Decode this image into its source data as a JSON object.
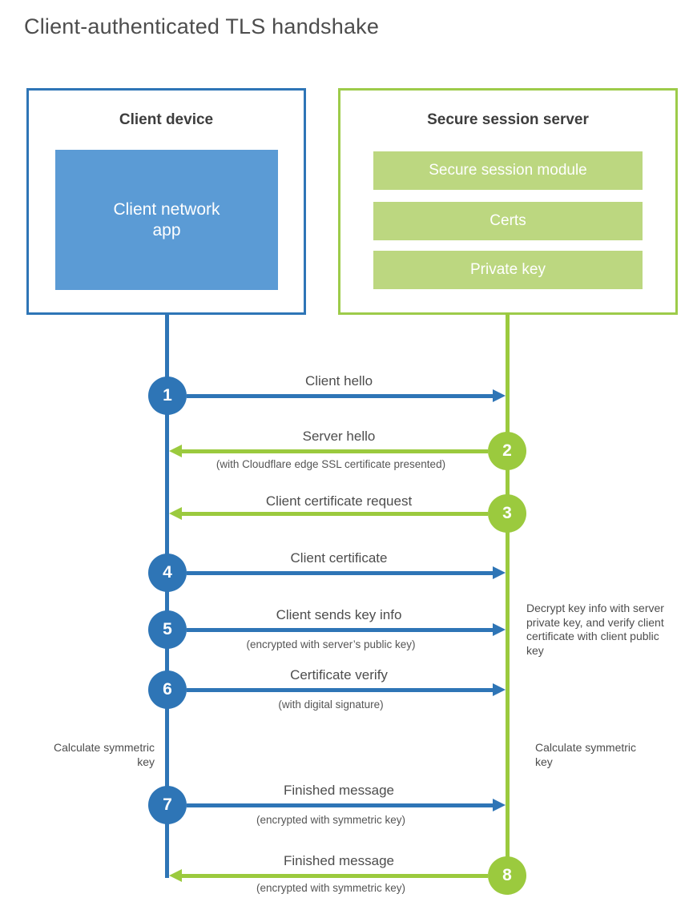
{
  "title": "Client-authenticated TLS handshake",
  "colors": {
    "blue_dark": "#2e75b6",
    "blue_light": "#5b9bd5",
    "green_bright": "#9bca3e",
    "green_light": "#bcd780",
    "text_gray": "#4d4d4d"
  },
  "client_box": {
    "title": "Client device",
    "app_label": "Client network app"
  },
  "server_box": {
    "title": "Secure session server",
    "modules": [
      "Secure session module",
      "Certs",
      "Private key"
    ]
  },
  "steps": [
    {
      "number": "1",
      "label": "Client hello",
      "sublabel": "",
      "direction": "client-to-server"
    },
    {
      "number": "2",
      "label": "Server hello",
      "sublabel": "(with Cloudflare edge SSL certificate presented)",
      "direction": "server-to-client"
    },
    {
      "number": "3",
      "label": "Client certificate request",
      "sublabel": "",
      "direction": "server-to-client"
    },
    {
      "number": "4",
      "label": "Client certificate",
      "sublabel": "",
      "direction": "client-to-server"
    },
    {
      "number": "5",
      "label": "Client sends key info",
      "sublabel": "(encrypted with server’s public key)",
      "direction": "client-to-server"
    },
    {
      "number": "6",
      "label": "Certificate verify",
      "sublabel": "(with digital signature)",
      "direction": "client-to-server"
    },
    {
      "number": "7",
      "label": "Finished message",
      "sublabel": "(encrypted with symmetric key)",
      "direction": "client-to-server"
    },
    {
      "number": "8",
      "label": "Finished message",
      "sublabel": "(encrypted with symmetric key)",
      "direction": "server-to-client"
    }
  ],
  "annotations": {
    "decrypt_note": "Decrypt key info with server private key, and verify client certificate with client public key",
    "calculate_left": "Calculate symmetric key",
    "calculate_right": "Calculate symmetric key"
  }
}
